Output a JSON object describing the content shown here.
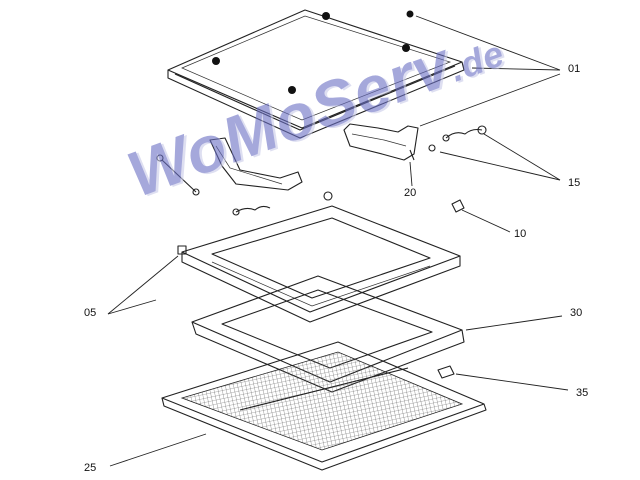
{
  "watermark": {
    "text": "WoMoServ",
    "suffix": ".de"
  },
  "callouts": [
    {
      "id": "01",
      "label": "01"
    },
    {
      "id": "15",
      "label": "15"
    },
    {
      "id": "20",
      "label": "20"
    },
    {
      "id": "10",
      "label": "10"
    },
    {
      "id": "05",
      "label": "05"
    },
    {
      "id": "30",
      "label": "30"
    },
    {
      "id": "35",
      "label": "35"
    },
    {
      "id": "25",
      "label": "25"
    }
  ],
  "colors": {
    "line": "#222222",
    "watermark": "#6a6fc4",
    "background": "#ffffff"
  }
}
